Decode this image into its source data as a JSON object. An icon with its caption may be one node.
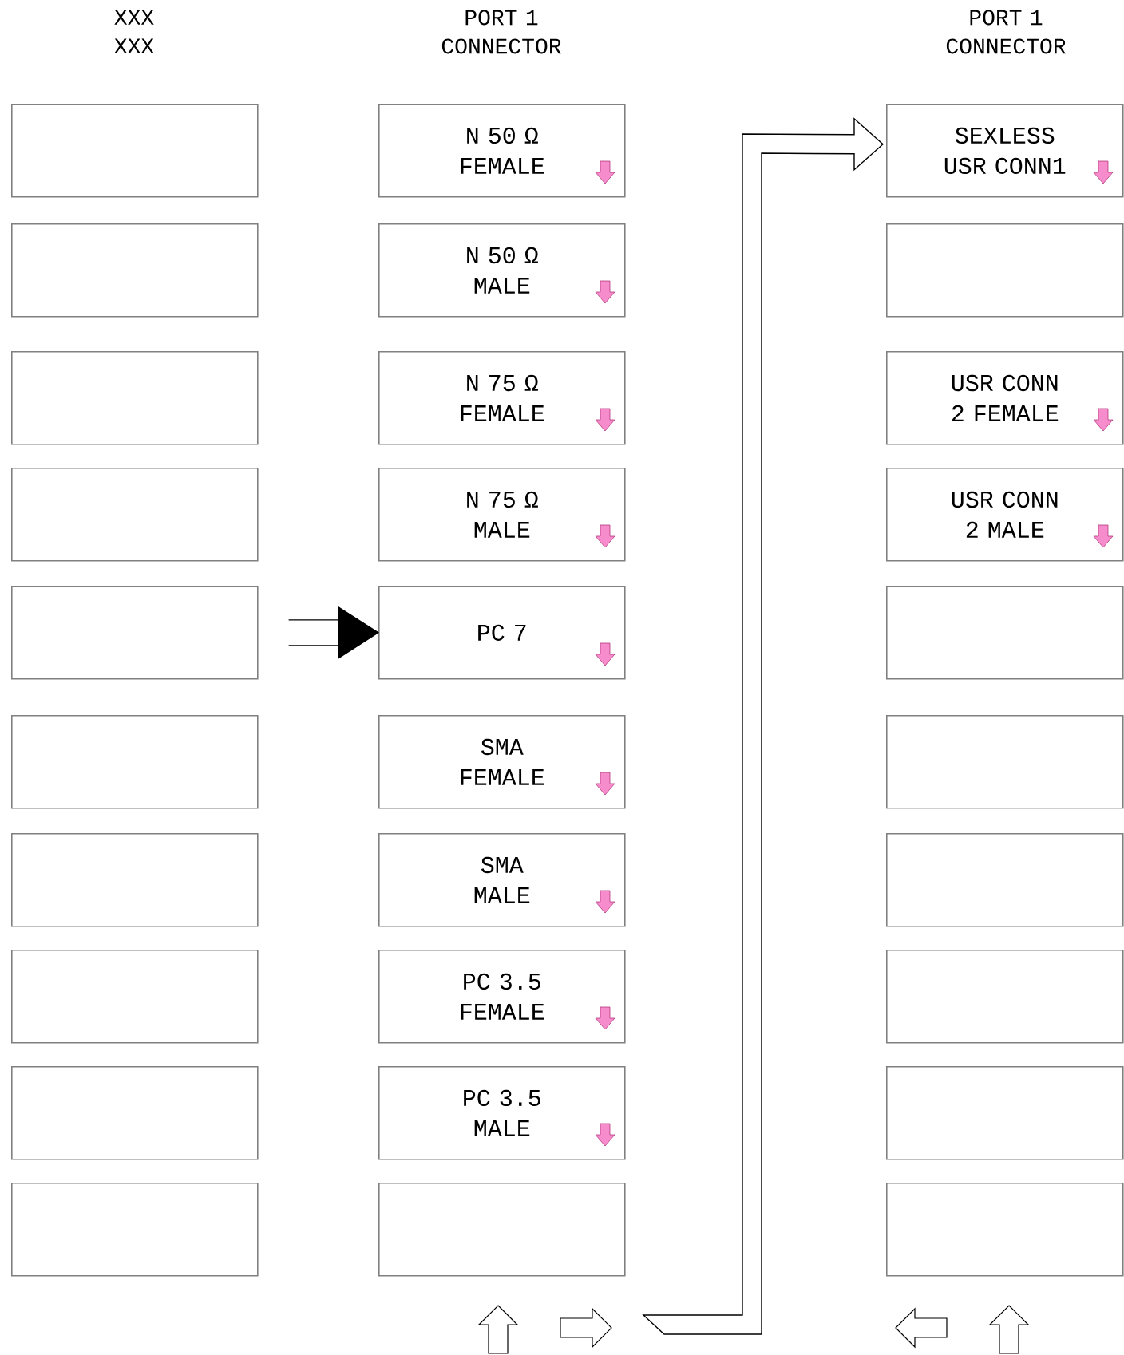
{
  "diagram": {
    "nodes": [
      {
        "text": [],
        "shape": "box"
      },
      {
        "text": [],
        "shape": "box"
      },
      {
        "text": [],
        "shape": "box"
      },
      {
        "text": [],
        "shape": "box"
      },
      {
        "text": [],
        "shape": "box"
      },
      {
        "text": [],
        "shape": "box"
      },
      {
        "text": [],
        "shape": "box"
      },
      {
        "text": [],
        "shape": "box"
      },
      {
        "text": [],
        "shape": "box"
      },
      {
        "text": [],
        "shape": "box"
      },
      {
        "text": [
          "N 50 Ω FEMALE"
        ]
      },
      {
        "text": [
          "N 50 Ω MALE"
        ]
      },
      {
        "text": [
          "N 75 Ω FEMALE"
        ]
      },
      {
        "text": [
          "N 75 Ω MALE"
        ]
      },
      {
        "text": [
          "PC 7"
        ]
      },
      {
        "text": [
          "SMA FEMALE"
        ]
      },
      {
        "text": [
          "SMA MALE"
        ]
      },
      {
        "text": [
          "PC 3.5 FEMALE"
        ]
      },
      {
        "text": [
          "PC 3.5 MALE"
        ]
      },
      {
        "text": [],
        "shape": "box"
      },
      {
        "text": [
          "SEXLESS USR CONN1"
        ]
      },
      {
        "text": [],
        "shape": "box"
      },
      {
        "text": [
          "USR CONN 2 FEMALE"
        ]
      },
      {
        "text": [
          "USR CONN 2 MALE"
        ]
      },
      {
        "text": [],
        "shape": "box"
      },
      {
        "text": [],
        "shape": "box"
      },
      {
        "text": [],
        "shape": "box"
      },
      {
        "text": [],
        "shape": "box"
      },
      {
        "text": [],
        "shape": "box"
      },
      {
        "text": [],
        "shape": "box"
      }
    ],
    "edges": [
      {
        "from": 4,
        "to": 14,
        "arrow": "to"
      },
      {
        "from": null,
        "to": 20,
        "arrow": "to"
      }
    ],
    "labels": [
      "XXX XXX",
      "PORT 1 CONNECTOR",
      "PORT 1 CONNECTOR"
    ]
  }
}
